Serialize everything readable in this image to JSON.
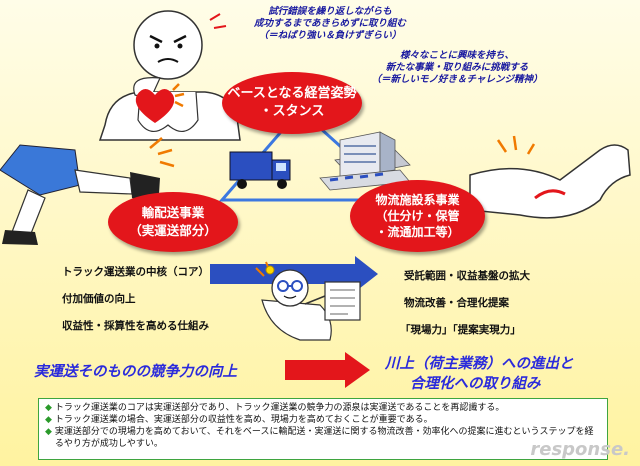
{
  "notes": {
    "top": [
      "試行錯誤を繰り返しながらも",
      "成功するまであきらめずに取り組む",
      "（＝ねばり強い＆負けずぎらい）"
    ],
    "right": [
      "様々なことに興味を持ち、",
      "新たな事業・取り組みに挑戦する",
      "（＝新しいモノ好き＆チャレンジ精神）"
    ]
  },
  "ellipses": {
    "base": [
      "ベースとなる経営姿勢",
      "・スタンス"
    ],
    "transport": [
      "輸配送事業",
      "（実運送部分）"
    ],
    "facility": [
      "物流施設系事業",
      "（仕分け・保管",
      "・流通加工等）"
    ]
  },
  "left_items": [
    "トラック運送業の中核（コア）",
    "付加価値の向上",
    "収益性・採算性を高める仕組み"
  ],
  "right_items": [
    "受託範囲・収益基盤の拡大",
    "物流改善・合理化提案",
    "「現場力」「提案実現力」"
  ],
  "bottom": {
    "left": "実運送そのものの競争力の向上",
    "right": [
      "川上（荷主業務）への進出と",
      "合理化への取り組み"
    ]
  },
  "summary": [
    "トラック運送業のコアは実運送部分であり、トラック運送業の競争力の源泉は実運送であることを再認識する。",
    "トラック運送業の場合、実運送部分の収益性を高め、現場力を高めておくことが重要である。",
    "実運送部分での現場力を高めておいて、それをベースに輸配送・実運送に関する物流改善・効率化への提案に進むというステップを経るやり方が成功しやすい。"
  ],
  "logo": "response.",
  "colors": {
    "red": "#e3161b",
    "blue": "#2a2adc",
    "green": "#3fa53f"
  }
}
